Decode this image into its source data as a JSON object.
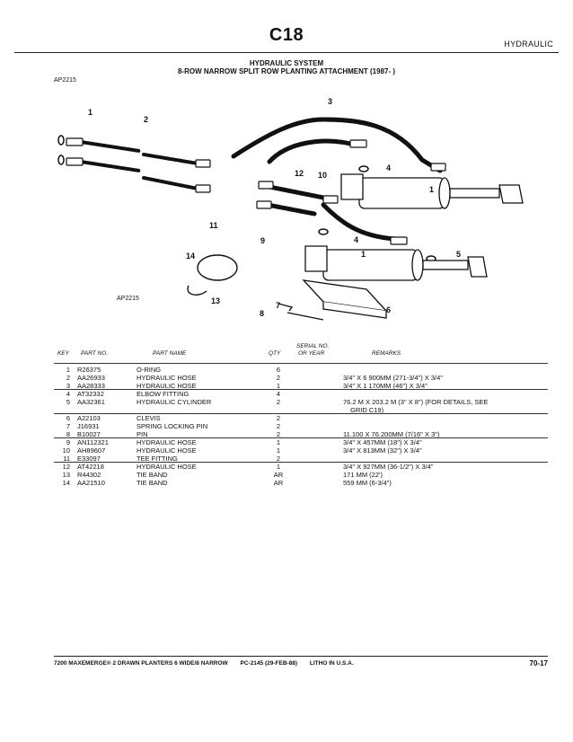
{
  "header": {
    "page_code": "C18",
    "section": "HYDRAULIC",
    "title_line1": "HYDRAULIC SYSTEM",
    "title_line2": "8-ROW NARROW SPLIT ROW PLANTING ATTACHMENT (1987-    )",
    "figure_ref_top": "AP2215"
  },
  "illustration": {
    "figure_ref": "AP2215",
    "callouts": [
      "1",
      "2",
      "3",
      "4",
      "1",
      "12",
      "10",
      "11",
      "9",
      "4",
      "5",
      "1",
      "14",
      "13",
      "7",
      "8",
      "6"
    ]
  },
  "table": {
    "columns": {
      "key": "KEY",
      "part_no": "PART NO.",
      "part_name": "PART NAME",
      "qty": "QTY",
      "serial_line1": "SERIAL NO.",
      "serial_line2": "OR YEAR",
      "remarks": "REMARKS"
    },
    "rows": [
      {
        "key": "1",
        "part_no": "R26375",
        "name": "O-RING",
        "qty": "6",
        "remarks": ""
      },
      {
        "key": "2",
        "part_no": "AA26933",
        "name": "HYDRAULIC HOSE",
        "qty": "2",
        "remarks": "3/4\" X 6 900MM (271-3/4\") X 3/4\""
      },
      {
        "key": "3",
        "part_no": "AA28333",
        "name": "HYDRAULIC HOSE",
        "qty": "1",
        "remarks": "3/4\" X 1 170MM (46\") X 3/4\""
      },
      {
        "key": "4",
        "part_no": "AT32332",
        "name": "ELBOW FITTING",
        "qty": "4",
        "remarks": ""
      },
      {
        "key": "5",
        "part_no": "AA32361",
        "name": "HYDRAULIC CYLINDER",
        "qty": "2",
        "remarks": "76.2 M X 203.2 M (3\" X 8\") (FOR DETAILS, SEE",
        "remarks2": "GRID C19)"
      },
      {
        "key": "6",
        "part_no": "A22103",
        "name": "CLEVIS",
        "qty": "2",
        "remarks": ""
      },
      {
        "key": "7",
        "part_no": "J16931",
        "name": "SPRING LOCKING PIN",
        "qty": "2",
        "remarks": ""
      },
      {
        "key": "8",
        "part_no": "B10027",
        "name": "PIN",
        "qty": "2",
        "remarks": "11.100 X 76.200MM (7/16\" X 3\")"
      },
      {
        "key": "9",
        "part_no": "AN112321",
        "name": "HYDRAULIC HOSE",
        "qty": "1",
        "remarks": "3/4\" X 457MM (18\") X 3/4\""
      },
      {
        "key": "10",
        "part_no": "AH89607",
        "name": "HYDRAULIC HOSE",
        "qty": "1",
        "remarks": "3/4\" X 813MM (32\") X 3/4\""
      },
      {
        "key": "11",
        "part_no": "E33097",
        "name": "TEE FITTING",
        "qty": "2",
        "remarks": ""
      },
      {
        "key": "12",
        "part_no": "AT42218",
        "name": "HYDRAULIC HOSE",
        "qty": "1",
        "remarks": "3/4\" X 927MM (36-1/2\") X 3/4\""
      },
      {
        "key": "13",
        "part_no": "R44302",
        "name": "TIE BAND",
        "qty": "AR",
        "remarks": "171 MM (22')"
      },
      {
        "key": "14",
        "part_no": "AA21510",
        "name": "TIE BAND",
        "qty": "AR",
        "remarks": "559 MM (6-3/4\")"
      }
    ]
  },
  "footer": {
    "model": "7200 MAXEMERGE® 2 DRAWN PLANTERS 6 WIDE/8 NARROW",
    "code": "PC-2145 (29-FEB-88)",
    "litho": "LITHO IN U.S.A.",
    "page_number": "70-17"
  }
}
